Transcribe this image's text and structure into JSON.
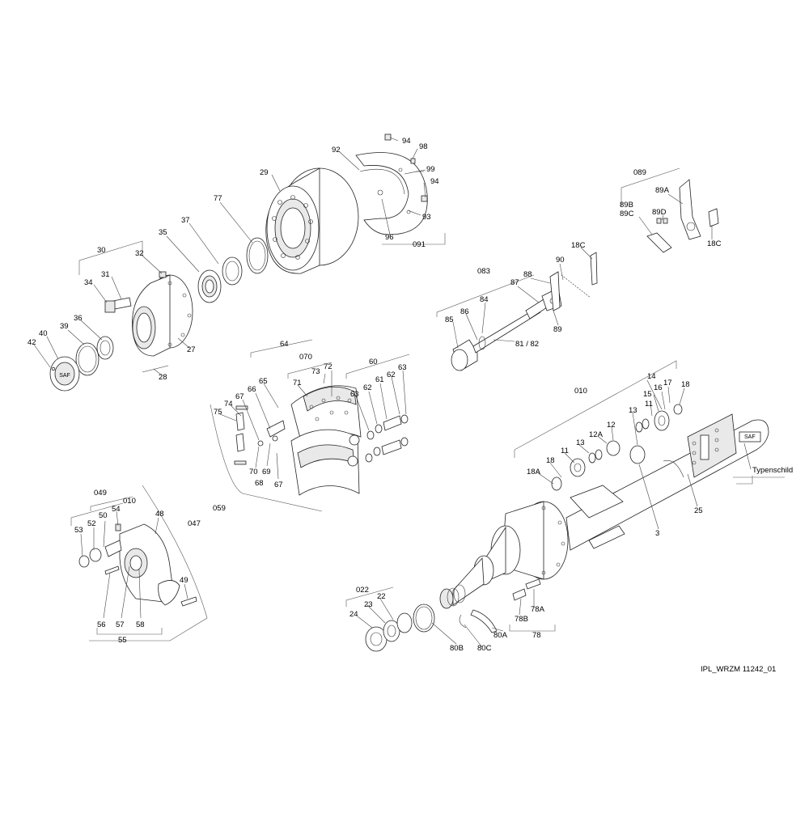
{
  "drawing_code": "IPL_WRZM 11242_01",
  "plate_label": "Typenschild",
  "logo_text": "SAF",
  "groups": {
    "g091": "091",
    "g089": "089",
    "g083": "083",
    "g064": "64",
    "g070": "070",
    "g060": "60",
    "g059": "059",
    "g010a": "010",
    "g049": "049",
    "g010b": "010",
    "g047": "047",
    "g055": "55",
    "g022": "022",
    "g030": "30",
    "g078": "78"
  },
  "labels": {
    "l94a": "94",
    "l98": "98",
    "l92": "92",
    "l99": "99",
    "l94b": "94",
    "l93": "93",
    "l96": "96",
    "l29": "29",
    "l77": "77",
    "l37": "37",
    "l35": "35",
    "l32": "32",
    "l31": "31",
    "l34": "34",
    "l36": "36",
    "l39": "39",
    "l40": "40",
    "l42": "42",
    "l27": "27",
    "l28": "28",
    "l89A": "89A",
    "l89B": "89B",
    "l89C": "89C",
    "l89D": "89D",
    "l18Ca": "18C",
    "l18Cb": "18C",
    "l90": "90",
    "l88": "88",
    "l87": "87",
    "l84": "84",
    "l86": "86",
    "l85": "85",
    "l8182": "81 / 82",
    "l89": "89",
    "l65": "65",
    "l73": "73",
    "l72": "72",
    "l71": "71",
    "l66": "66",
    "l67a": "67",
    "l74": "74",
    "l75": "75",
    "l70": "70",
    "l69": "69",
    "l68": "68",
    "l67b": "67",
    "l63a": "63",
    "l62a": "62",
    "l61": "61",
    "l62b": "62",
    "l63b": "63",
    "l14": "14",
    "l17": "17",
    "l18a": "18",
    "l15": "15",
    "l16": "16",
    "l11a": "11",
    "l13a": "13",
    "l12A": "12A",
    "l12": "12",
    "l13b": "13",
    "l11b": "11",
    "l18b": "18",
    "l18A": "18A",
    "l3": "3",
    "l25": "25",
    "l54": "54",
    "l50": "50",
    "l52": "52",
    "l53": "53",
    "l48": "48",
    "l49": "49",
    "l56": "56",
    "l57": "57",
    "l58": "58",
    "l23": "23",
    "l22": "22",
    "l24": "24",
    "l80B": "80B",
    "l80C": "80C",
    "l80A": "80A",
    "l78A": "78A",
    "l78B": "78B"
  }
}
